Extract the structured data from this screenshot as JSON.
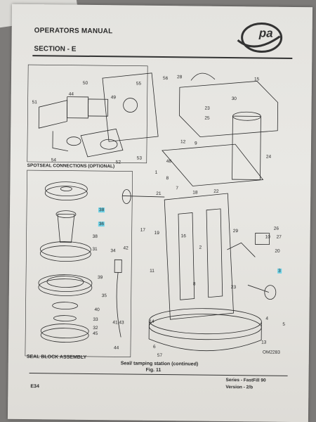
{
  "header": {
    "title": "OPERATORS MANUAL",
    "section": "SECTION - E",
    "logo": "pa"
  },
  "captions": {
    "spotseal": "SPOTSEAL CONNECTIONS (OPTIONAL)",
    "seal_block": "SEAL BLOCK ASSEMBLY",
    "drawing_ref": "OM2283"
  },
  "figure": {
    "caption": "Seal/ tamping station (continued)",
    "number": "Fig. 11"
  },
  "footer": {
    "series": "Series    -  FastFill 90",
    "version": "Version   -  2/b",
    "page": "E34"
  },
  "highlighted_callouts": [
    "38",
    "36",
    "3"
  ],
  "part_numbers": {
    "spotseal": [
      "51",
      "44",
      "50",
      "55",
      "49",
      "56",
      "54",
      "52",
      "53",
      "48"
    ],
    "main": [
      "28",
      "15",
      "30",
      "23",
      "25",
      "12",
      "9",
      "24",
      "22",
      "1",
      "18",
      "7",
      "21",
      "8",
      "17",
      "19",
      "16",
      "29",
      "26",
      "27",
      "10",
      "2",
      "20",
      "11",
      "8",
      "6",
      "23",
      "4",
      "5",
      "14",
      "13",
      "57"
    ],
    "seal_block": [
      "38",
      "36",
      "38",
      "31",
      "34",
      "42",
      "39",
      "35",
      "40",
      "33",
      "41,43",
      "32",
      "45",
      "44"
    ]
  },
  "colors": {
    "highlight": "#6fd3e8",
    "ink": "#2a2a2a",
    "paper": "#e6e5e1"
  }
}
